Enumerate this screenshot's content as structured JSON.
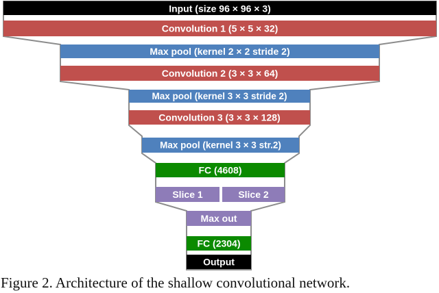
{
  "figure": {
    "caption": "Figure 2. Architecture of the shallow convolutional network."
  },
  "colors": {
    "black": "#000000",
    "red": "#C0504D",
    "blue": "#4F81BD",
    "green": "#0B8A00",
    "purple": "#8E7CB8",
    "outline": "#8C8C8C",
    "label_text": "#FFFFFF"
  },
  "layers": {
    "input": {
      "label": "Input (size 96 × 96 × 3)"
    },
    "conv1": {
      "label": "Convolution 1 (5 × 5 ×  32)"
    },
    "maxpool1": {
      "label": "Max pool (kernel 2 × 2 stride 2)"
    },
    "conv2": {
      "label": "Convolution 2 (3 × 3 × 64)"
    },
    "maxpool2": {
      "label": "Max pool (kernel 3 × 3 stride 2)"
    },
    "conv3": {
      "label": "Convolution 3 (3 × 3 × 128)"
    },
    "maxpool3": {
      "label": "Max pool (kernel 3 × 3 str.2)"
    },
    "fc1": {
      "label": "FC (4608)"
    },
    "slice1": {
      "label": "Slice 1"
    },
    "slice2": {
      "label": "Slice 2"
    },
    "maxout": {
      "label": "Max out"
    },
    "fc2": {
      "label": "FC (2304)"
    },
    "output": {
      "label": "Output"
    }
  }
}
